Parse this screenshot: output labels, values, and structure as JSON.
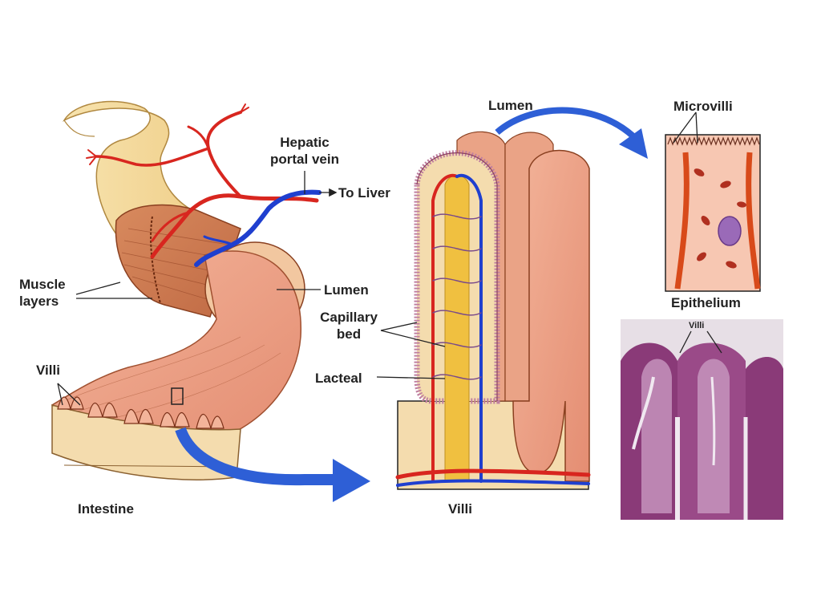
{
  "labels": {
    "hepatic_portal_vein": "Hepatic\nportal vein",
    "to_liver": "To Liver",
    "muscle_layers": "Muscle\nlayers",
    "lumen_intestine": "Lumen",
    "villi_intestine": "Villi",
    "intestine": "Intestine",
    "lumen_villi": "Lumen",
    "capillary_bed": "Capillary\nbed",
    "lacteal": "Lacteal",
    "villi_panel": "Villi",
    "microvilli": "Microvilli",
    "epithelium": "Epithelium",
    "villi_micrograph": "Villi"
  },
  "colors": {
    "arrow_blue": "#2e5fd6",
    "artery_red": "#d8261f",
    "vein_blue": "#1f3fcf",
    "tissue_pink": "#e8967a",
    "lacteal_yellow": "#f0c040",
    "micrograph_purple": "#8a3a78"
  }
}
